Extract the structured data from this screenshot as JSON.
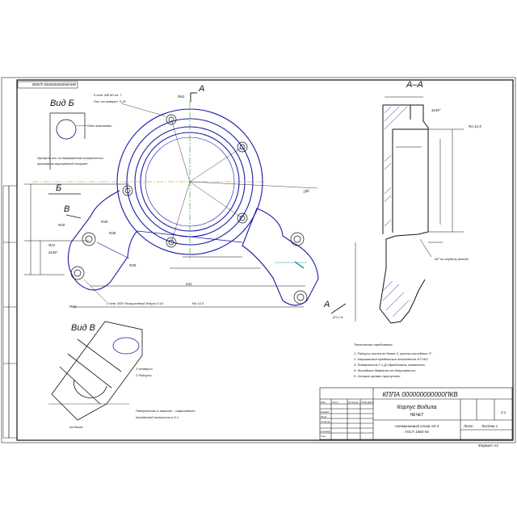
{
  "drawing": {
    "stamp_top": "ВИНК00000000000.424КВ",
    "view_b_title": "Вид Б",
    "view_v_title": "Вид В",
    "section_title": "А–А",
    "cut_label": "А",
    "arrow_b": "Б",
    "arrow_v": "В",
    "dim_r61": "R61",
    "dim_241": "241",
    "dim_190": "190",
    "dim_r40": "R40",
    "dim_r30": "R30",
    "dim_r28": "R28",
    "dim_r20": "R20",
    "dim_r10": "R10",
    "dim_4x45": "4х45°",
    "dim_ra": "Ra 12,5",
    "dim_r21": "R21",
    "dim_2x5": "2х45°",
    "note_top_1": "5 отв. М8 6Н гл. 7",
    "note_top_2": "Поз. на поверхн. 0.15",
    "note_window": "Окно заготовки",
    "note_base_1": "Продуть ось по направлению поверхности",
    "note_base_2": "прилива на внутренней стороне",
    "note_holes": "2 отв. Ø20 Позиционный допуск 0.15",
    "note_roughness": "Ra 12,5",
    "note_angle": "45° по глубину резьбы",
    "note_parallel": "∥ 0,1 А",
    "note_vd_1": "2 отверст",
    "note_vd_2": "2 Радиусы",
    "note_vd_3": "Поверхности в наклоне – параллельно",
    "note_vd_4": "посадочной плоскости в 0.1",
    "note_vd_5": "на длине",
    "tech_title": "Технические требования",
    "tech_req": [
      "1. Радиусы литья не более 3, уклоны литейные 3°.",
      "2. Неуказанные предельные отклонения ±IT14/2.",
      "3. Поверхность Г и Д обработать совместно.",
      "4. Литейные дефекты не допускаются.",
      "5. Острые кромки притупить."
    ],
    "code": "КППА 000000000000ПКВ",
    "name_1": "Корпус Водила",
    "name_2": "НЕЧЕТ",
    "material_1": "Алюминиевый сплав АК-4",
    "material_2": "ГОСТ 1583-93",
    "scale": "1:1",
    "sheet_label": "Лист",
    "sheets_label": "Листов 1",
    "format": "Формат А3",
    "tb_small": [
      "Изм.",
      "Лист",
      "№ докум.",
      "Подп.",
      "Дата",
      "Разраб.",
      "Пров.",
      "Т.контр.",
      "Н.контр.",
      "Утв."
    ]
  }
}
